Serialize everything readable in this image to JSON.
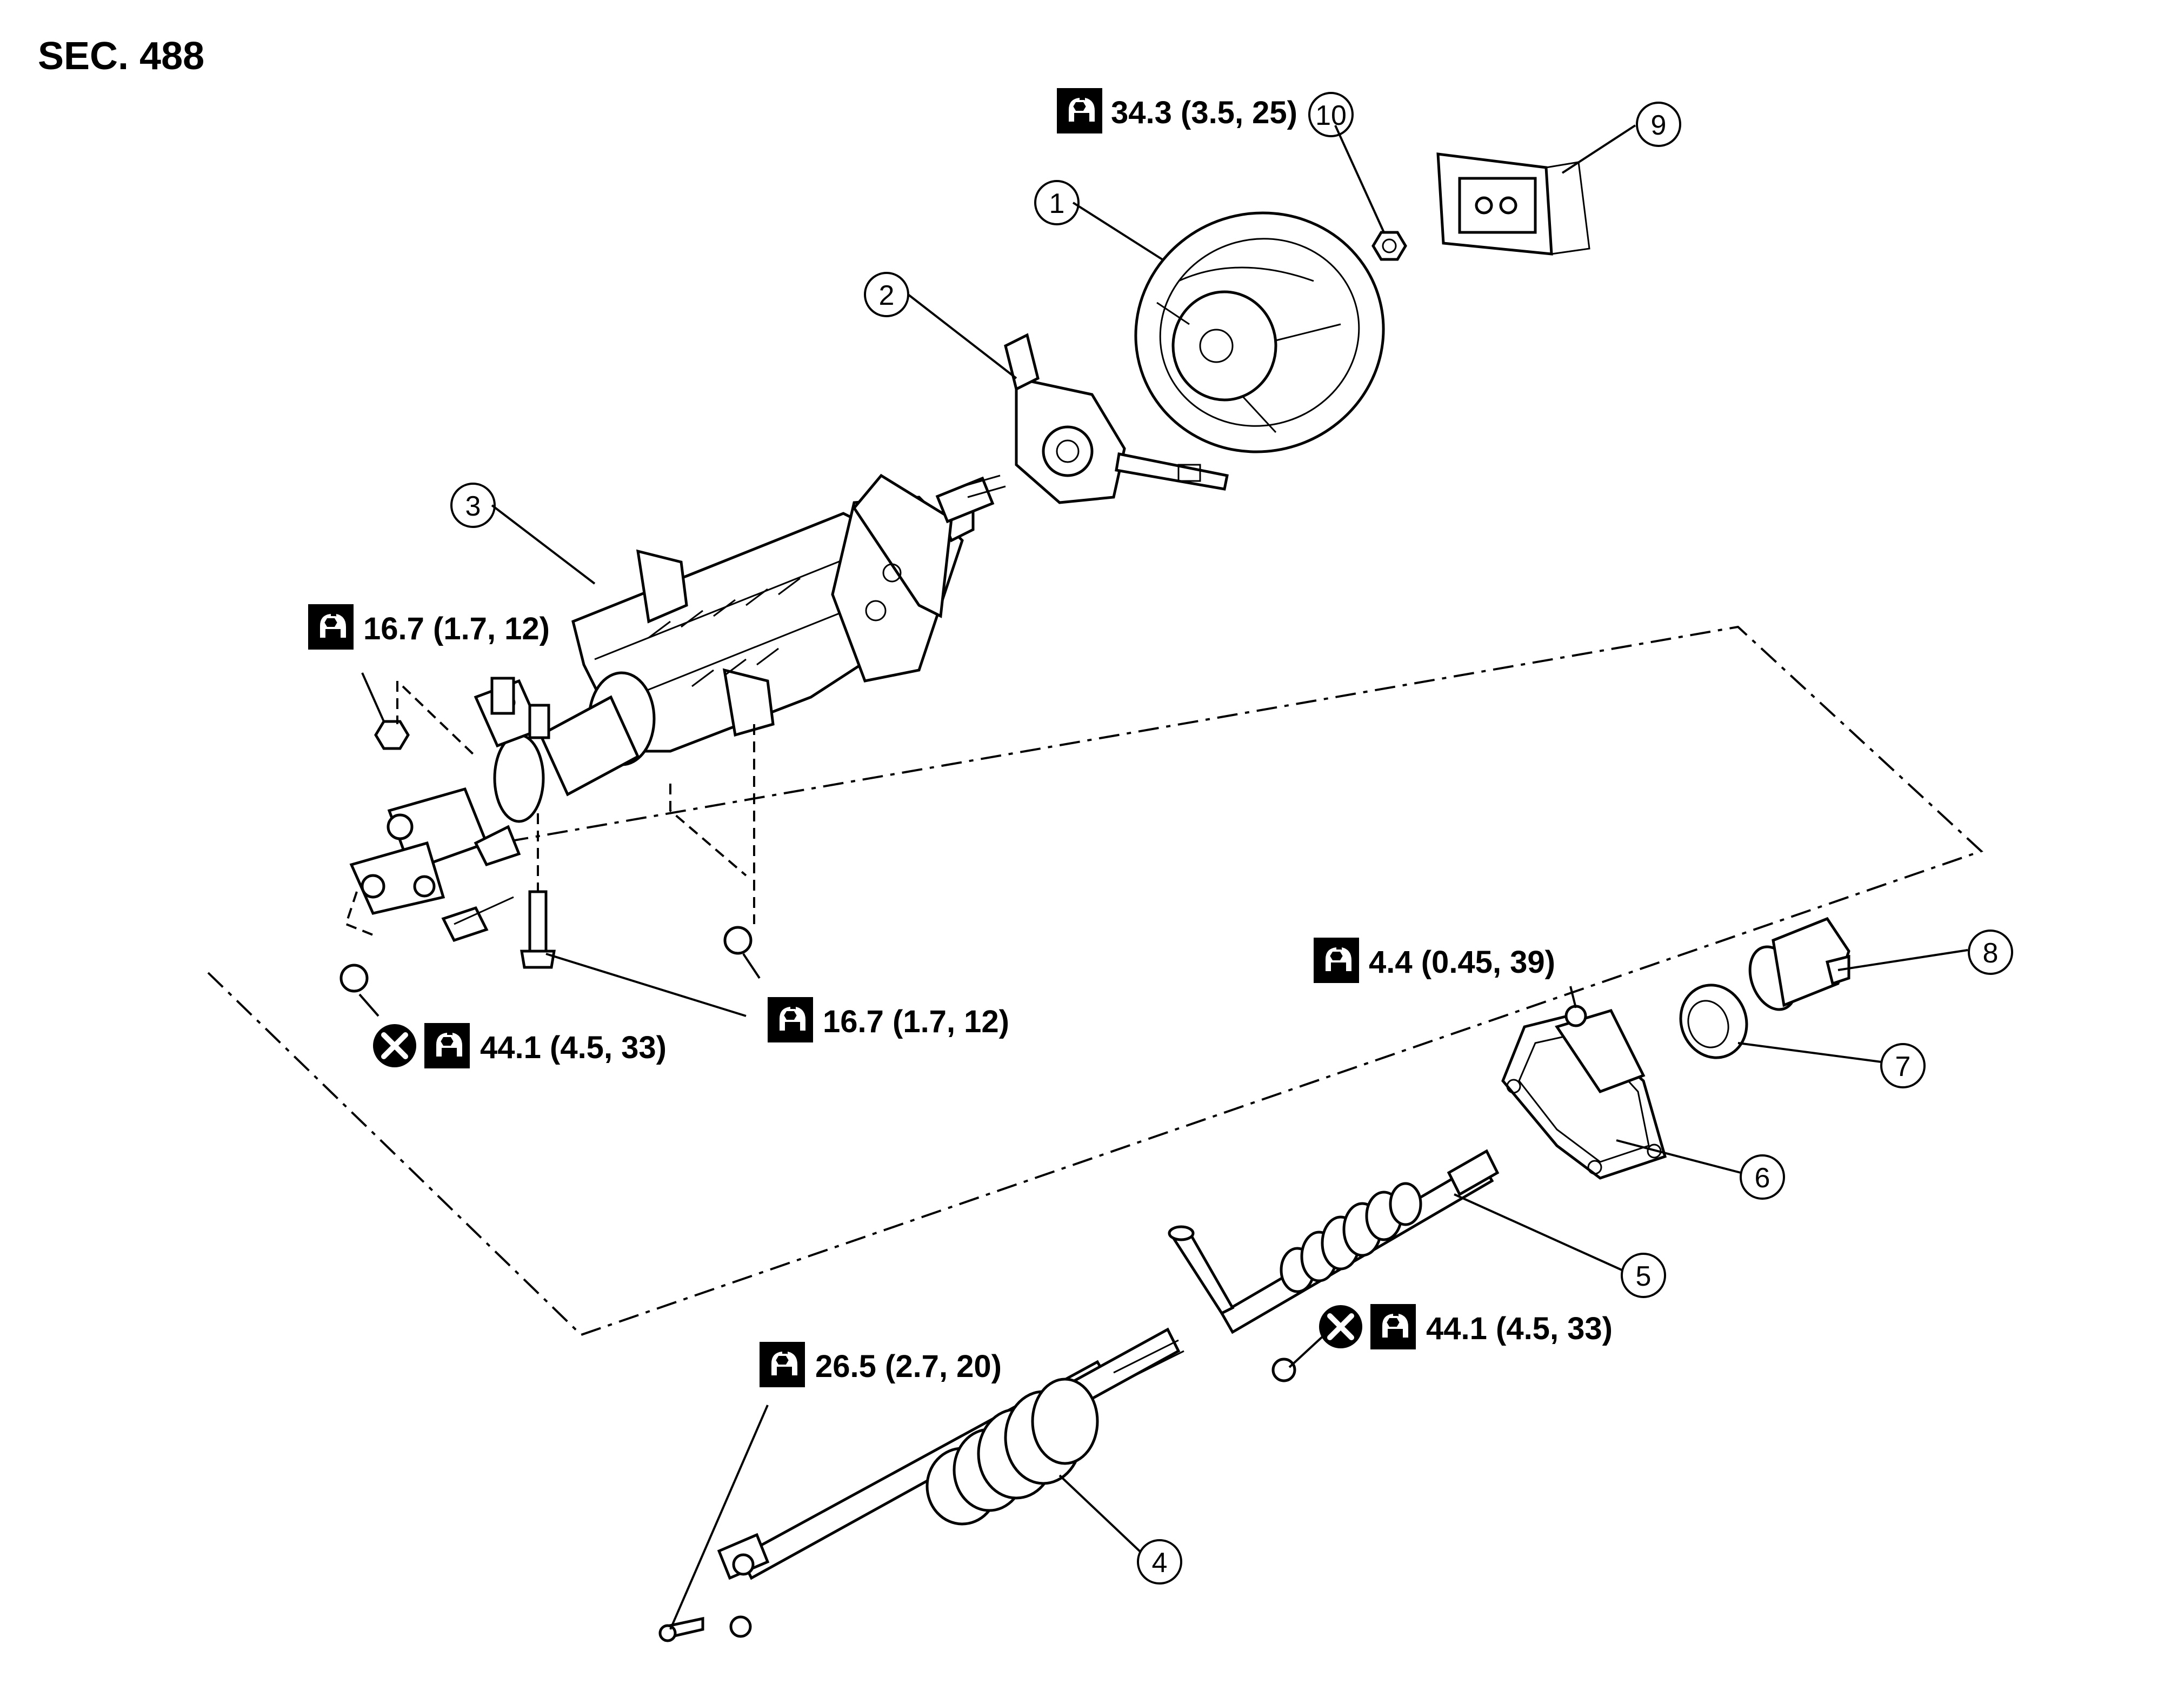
{
  "section": "SEC. 488",
  "callouts": [
    {
      "id": "c1",
      "number": "1"
    },
    {
      "id": "c2",
      "number": "2"
    },
    {
      "id": "c3",
      "number": "3"
    },
    {
      "id": "c4",
      "number": "4"
    },
    {
      "id": "c5",
      "number": "5"
    },
    {
      "id": "c6",
      "number": "6"
    },
    {
      "id": "c7",
      "number": "7"
    },
    {
      "id": "c8",
      "number": "8"
    },
    {
      "id": "c9",
      "number": "9"
    },
    {
      "id": "c10",
      "number": "10"
    }
  ],
  "torques": [
    {
      "id": "t1",
      "value": "34.3 (3.5, 25)",
      "icon": "torque-wrench-icon"
    },
    {
      "id": "t2",
      "value": "16.7 (1.7, 12)",
      "icon": "torque-wrench-icon"
    },
    {
      "id": "t3",
      "value": "16.7 (1.7, 12)",
      "icon": "torque-wrench-icon"
    },
    {
      "id": "t4",
      "value": "44.1 (4.5, 33)",
      "icon": "torque-wrench-icon",
      "non_reusable": true
    },
    {
      "id": "t5",
      "value": "4.4 (0.45, 39)",
      "icon": "torque-wrench-inch-icon"
    },
    {
      "id": "t6",
      "value": "44.1 (4.5, 33)",
      "icon": "torque-wrench-icon",
      "non_reusable": true
    },
    {
      "id": "t7",
      "value": "26.5 (2.7, 20)",
      "icon": "torque-wrench-icon"
    }
  ]
}
